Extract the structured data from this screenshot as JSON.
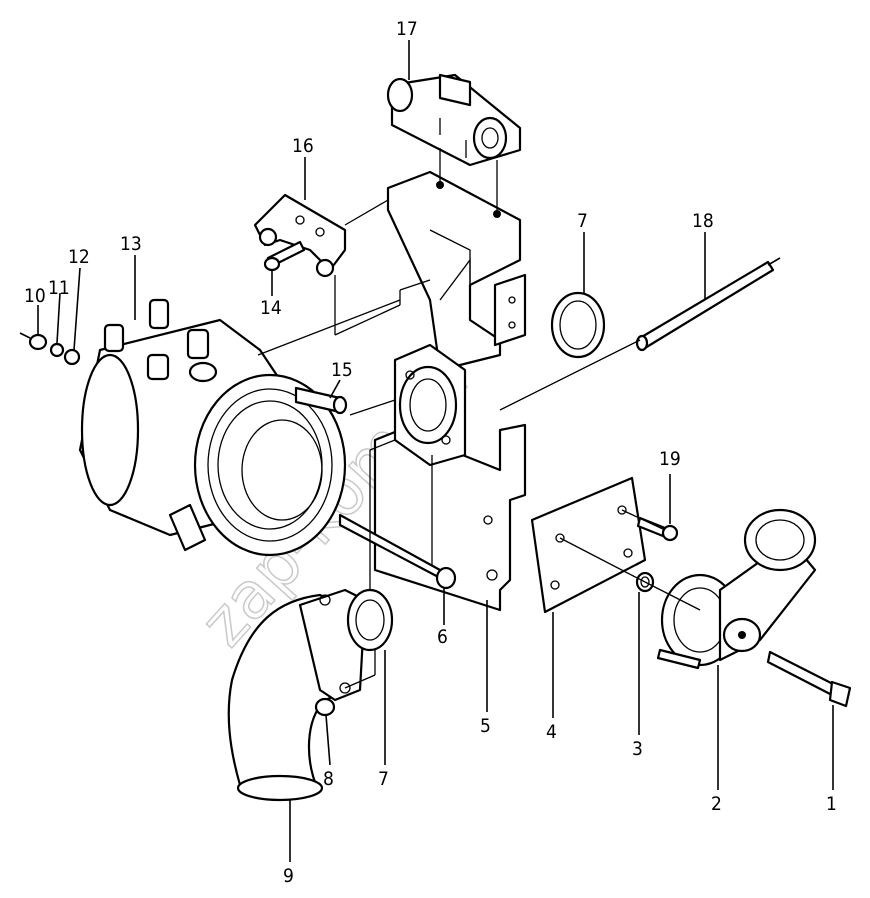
{
  "watermark": "zap-kom.ru",
  "callouts": [
    {
      "id": "c1",
      "text": "1"
    },
    {
      "id": "c2",
      "text": "2"
    },
    {
      "id": "c3",
      "text": "3"
    },
    {
      "id": "c4",
      "text": "4"
    },
    {
      "id": "c5",
      "text": "5"
    },
    {
      "id": "c6",
      "text": "6"
    },
    {
      "id": "c7a",
      "text": "7"
    },
    {
      "id": "c7b",
      "text": "7"
    },
    {
      "id": "c8",
      "text": "8"
    },
    {
      "id": "c9",
      "text": "9"
    },
    {
      "id": "c10",
      "text": "10"
    },
    {
      "id": "c11",
      "text": "11"
    },
    {
      "id": "c12",
      "text": "12"
    },
    {
      "id": "c13",
      "text": "13"
    },
    {
      "id": "c14",
      "text": "14"
    },
    {
      "id": "c15",
      "text": "15"
    },
    {
      "id": "c16",
      "text": "16"
    },
    {
      "id": "c17",
      "text": "17"
    },
    {
      "id": "c18",
      "text": "18"
    },
    {
      "id": "c19",
      "text": "19"
    }
  ]
}
